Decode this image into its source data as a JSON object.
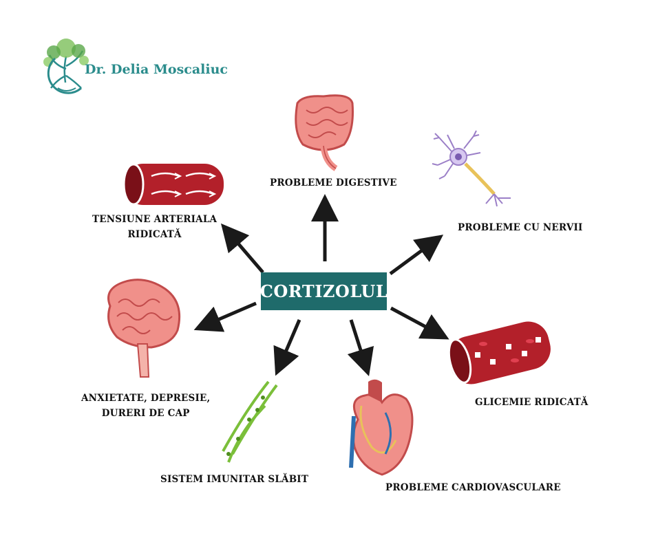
{
  "logo": {
    "name": "Dr. Delia Moscaliuc",
    "tree_icon": "tree-icon",
    "brand_color": "#2b8c8c"
  },
  "center": {
    "label": "CORTIZOLUL",
    "color": "#1f6b6b"
  },
  "effects": [
    {
      "id": "digestive",
      "lines": [
        "PROBLEME DIGESTIVE"
      ],
      "icon": "intestine-icon"
    },
    {
      "id": "nerves",
      "lines": [
        "PROBLEME CU NERVII"
      ],
      "icon": "neuron-icon"
    },
    {
      "id": "glycemia",
      "lines": [
        "GLICEMIE RIDICATĂ"
      ],
      "icon": "blood-vessel-glucose-icon"
    },
    {
      "id": "cardio",
      "lines": [
        "PROBLEME CARDIOVASCULARE"
      ],
      "icon": "heart-icon"
    },
    {
      "id": "immune",
      "lines": [
        "SISTEM IMUNITAR SLĂBIT"
      ],
      "icon": "lymph-vessel-icon"
    },
    {
      "id": "anxiety",
      "lines": [
        "ANXIETATE, DEPRESIE,",
        "DURERI DE CAP"
      ],
      "icon": "brain-icon"
    },
    {
      "id": "pressure",
      "lines": [
        "TENSIUNE ARTERIALA",
        "RIDICATĂ"
      ],
      "icon": "artery-icon"
    }
  ],
  "colors": {
    "arrow": "#1a1a1a",
    "vessel_red": "#b3202a",
    "organ_pink": "#f0908a",
    "neuron_purple": "#9b7fc7",
    "lymph_green": "#7bbf3a"
  }
}
